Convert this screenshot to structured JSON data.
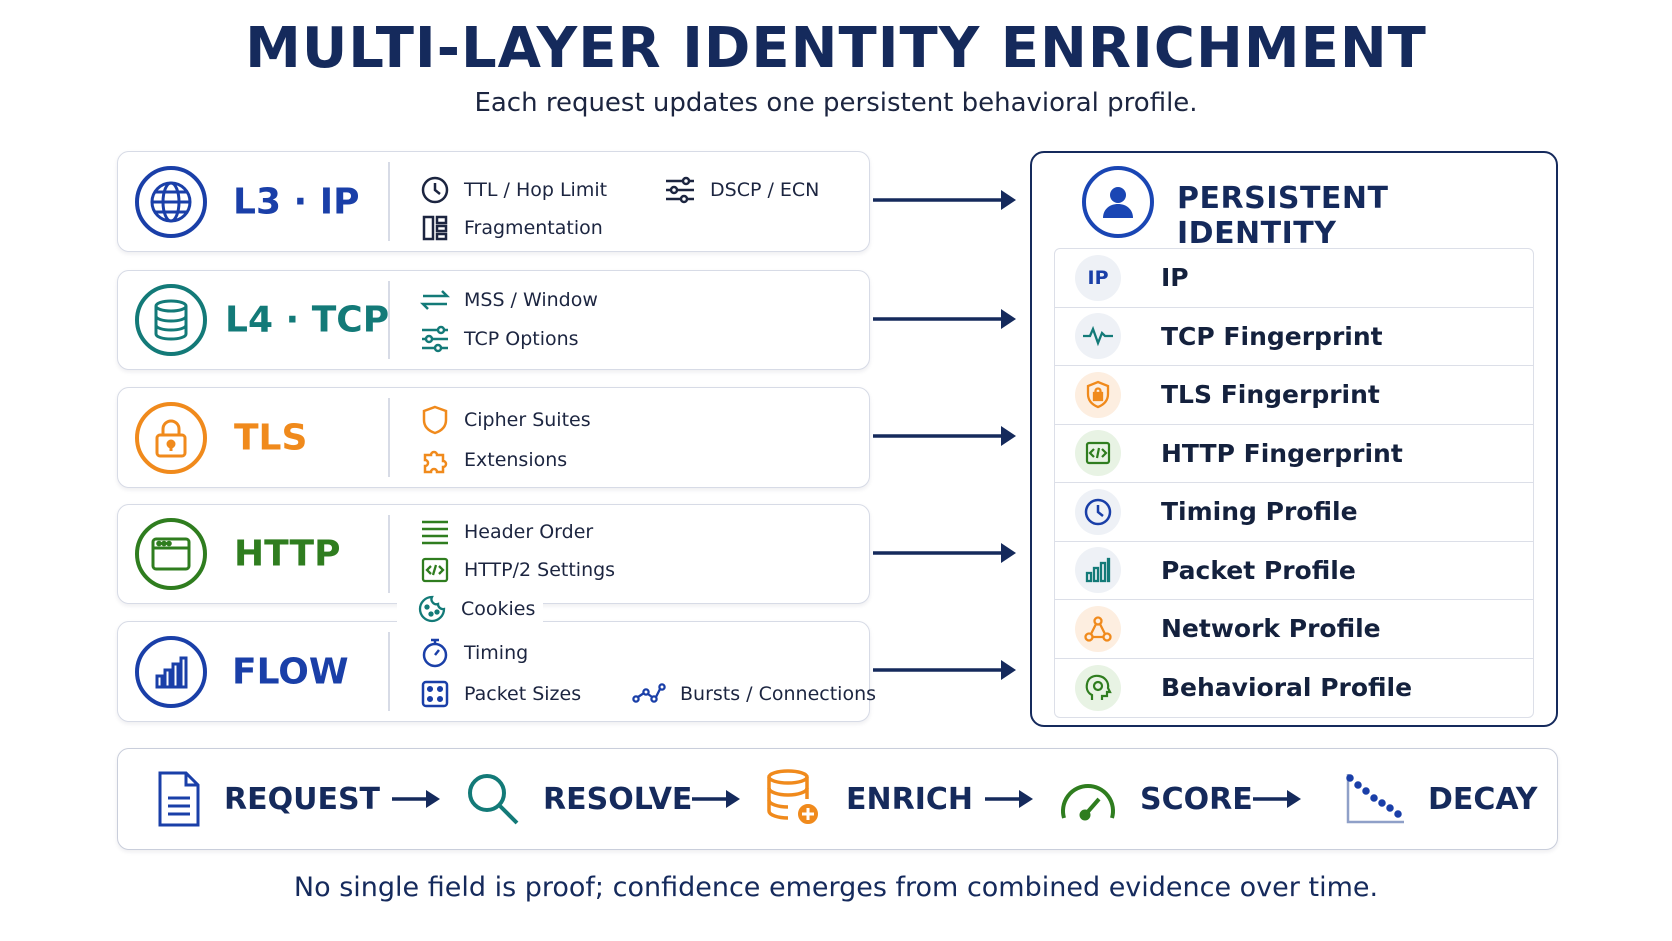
{
  "title": "MULTI-LAYER IDENTITY ENRICHMENT",
  "subtitle": "Each request updates one persistent behavioral profile.",
  "layers": [
    {
      "label": "L3 · IP",
      "color": "#1a3fa8",
      "icon": "globe-icon",
      "features": [
        "TTL / Hop Limit",
        "Fragmentation",
        "DSCP / ECN"
      ]
    },
    {
      "label": "L4 · TCP",
      "color": "#137a78",
      "icon": "database-icon",
      "features": [
        "MSS / Window",
        "TCP Options"
      ]
    },
    {
      "label": "TLS",
      "color": "#f08a1c",
      "icon": "lock-icon",
      "features": [
        "Cipher Suites",
        "Extensions"
      ]
    },
    {
      "label": "HTTP",
      "color": "#2f7d1f",
      "icon": "browser-window-icon",
      "features": [
        "Header Order",
        "HTTP/2 Settings",
        "Cookies"
      ]
    },
    {
      "label": "FLOW",
      "color": "#1a3fa8",
      "icon": "bar-chart-icon",
      "features": [
        "Timing",
        "Packet Sizes",
        "Bursts / Connections"
      ]
    }
  ],
  "identity": {
    "title": "PERSISTENT IDENTITY",
    "icon": "user-icon",
    "items": [
      {
        "label": "IP",
        "icon": "ip-badge-icon",
        "color": "#1a3fa8"
      },
      {
        "label": "TCP Fingerprint",
        "icon": "waveform-icon",
        "color": "#137a78"
      },
      {
        "label": "TLS Fingerprint",
        "icon": "shield-lock-icon",
        "color": "#f08a1c"
      },
      {
        "label": "HTTP Fingerprint",
        "icon": "code-icon",
        "color": "#2f7d1f"
      },
      {
        "label": "Timing Profile",
        "icon": "clock-icon",
        "color": "#1a3fa8"
      },
      {
        "label": "Packet Profile",
        "icon": "bar-chart-icon",
        "color": "#137a78"
      },
      {
        "label": "Network Profile",
        "icon": "network-icon",
        "color": "#f08a1c"
      },
      {
        "label": "Behavioral Profile",
        "icon": "brain-head-icon",
        "color": "#2f7d1f"
      }
    ]
  },
  "pipeline": [
    {
      "label": "REQUEST",
      "icon": "document-icon",
      "color": "#1a3fa8"
    },
    {
      "label": "RESOLVE",
      "icon": "magnifier-icon",
      "color": "#137a78"
    },
    {
      "label": "ENRICH",
      "icon": "database-plus-icon",
      "color": "#f08a1c"
    },
    {
      "label": "SCORE",
      "icon": "gauge-icon",
      "color": "#2f7d1f"
    },
    {
      "label": "DECAY",
      "icon": "decay-chart-icon",
      "color": "#1a3fa8"
    }
  ],
  "footer": "No single field is proof; confidence emerges from combined evidence over time."
}
